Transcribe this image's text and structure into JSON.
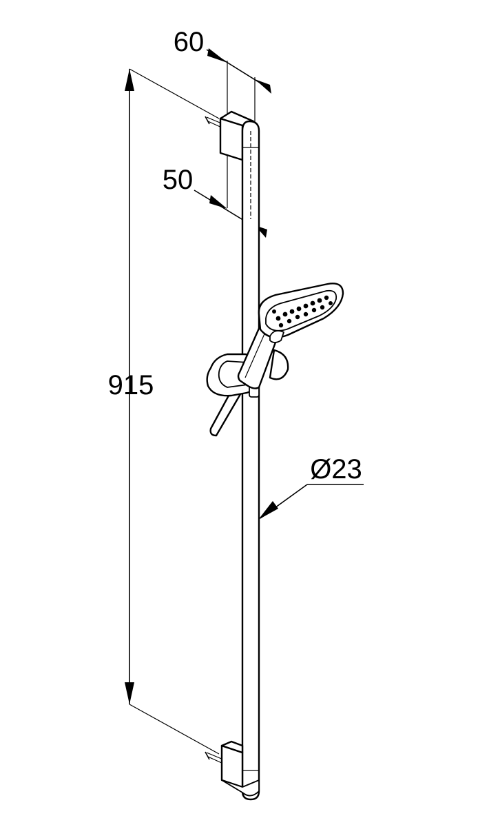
{
  "dimensions": {
    "height_label": "915",
    "wall_offset_label": "60",
    "bar_offset_label": "50",
    "diameter_label": "Ø23"
  },
  "colors": {
    "line": "#000000",
    "background": "#ffffff"
  }
}
